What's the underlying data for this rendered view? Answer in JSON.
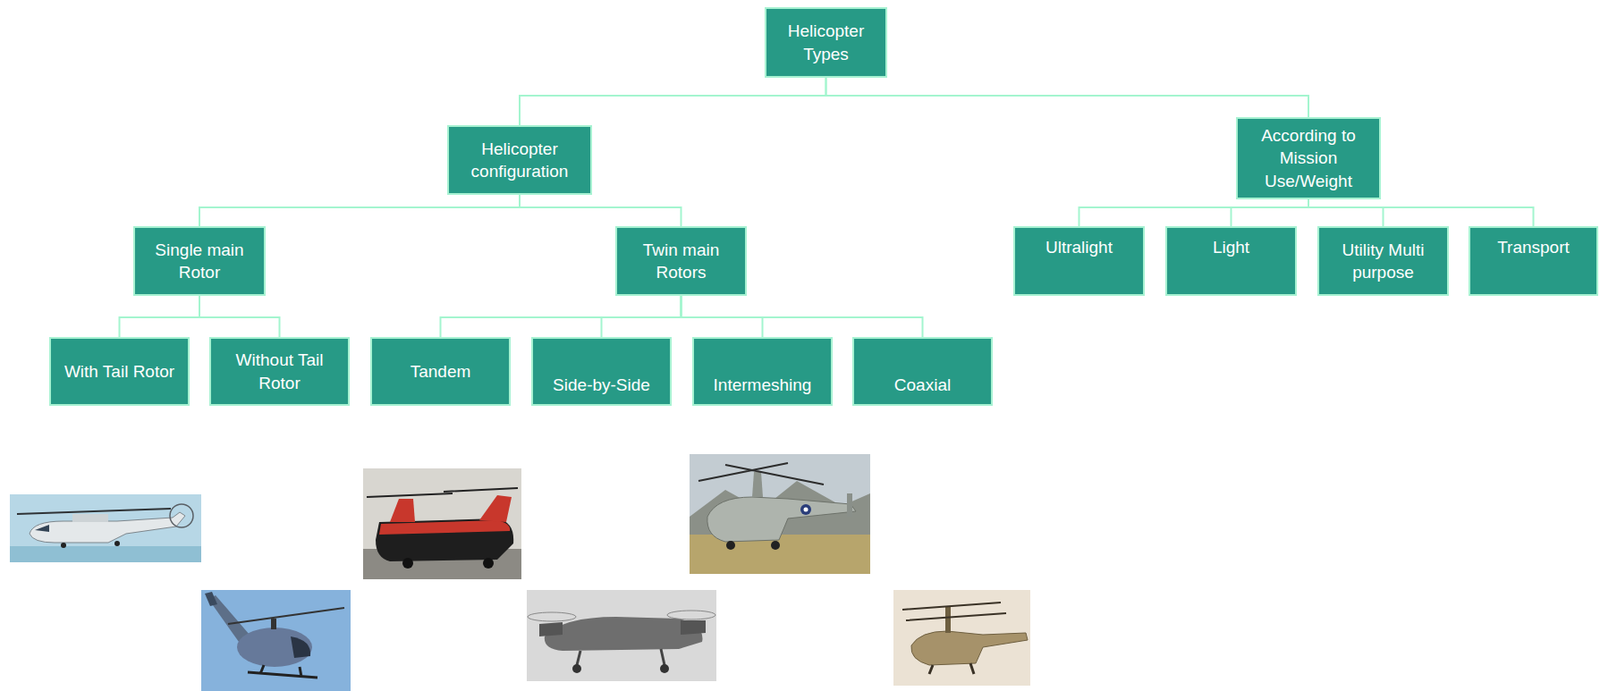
{
  "diagram": {
    "nodes": [
      {
        "text": [
          "Helicopter Types"
        ]
      },
      {
        "text": [
          "Helicopter configuration"
        ]
      },
      {
        "text": [
          "According to Mission Use/Weight"
        ]
      },
      {
        "text": [
          "Single main Rotor"
        ]
      },
      {
        "text": [
          "Twin main Rotors"
        ]
      },
      {
        "text": [
          "Ultralight"
        ]
      },
      {
        "text": [
          "Light"
        ]
      },
      {
        "text": [
          "Utility Multi purpose"
        ]
      },
      {
        "text": [
          "Transport"
        ]
      },
      {
        "text": [
          "With Tail Rotor"
        ]
      },
      {
        "text": [
          "Without Tail Rotor"
        ]
      },
      {
        "text": [
          "Tandem"
        ]
      },
      {
        "text": [
          "Side-by-Side"
        ]
      },
      {
        "text": [
          "Intermeshing"
        ]
      },
      {
        "text": [
          "Coaxial"
        ]
      }
    ],
    "edges": [
      {
        "from": 0,
        "to": 1,
        "arrow": "none"
      },
      {
        "from": 0,
        "to": 2,
        "arrow": "none"
      },
      {
        "from": 1,
        "to": 3,
        "arrow": "none"
      },
      {
        "from": 1,
        "to": 4,
        "arrow": "none"
      },
      {
        "from": 2,
        "to": 5,
        "arrow": "none"
      },
      {
        "from": 2,
        "to": 6,
        "arrow": "none"
      },
      {
        "from": 2,
        "to": 7,
        "arrow": "none"
      },
      {
        "from": 2,
        "to": 8,
        "arrow": "none"
      },
      {
        "from": 3,
        "to": 9,
        "arrow": "none"
      },
      {
        "from": 3,
        "to": 10,
        "arrow": "none"
      },
      {
        "from": 4,
        "to": 11,
        "arrow": "none"
      },
      {
        "from": 4,
        "to": 12,
        "arrow": "none"
      },
      {
        "from": 4,
        "to": 13,
        "arrow": "none"
      },
      {
        "from": 4,
        "to": 14,
        "arrow": "none"
      }
    ]
  }
}
